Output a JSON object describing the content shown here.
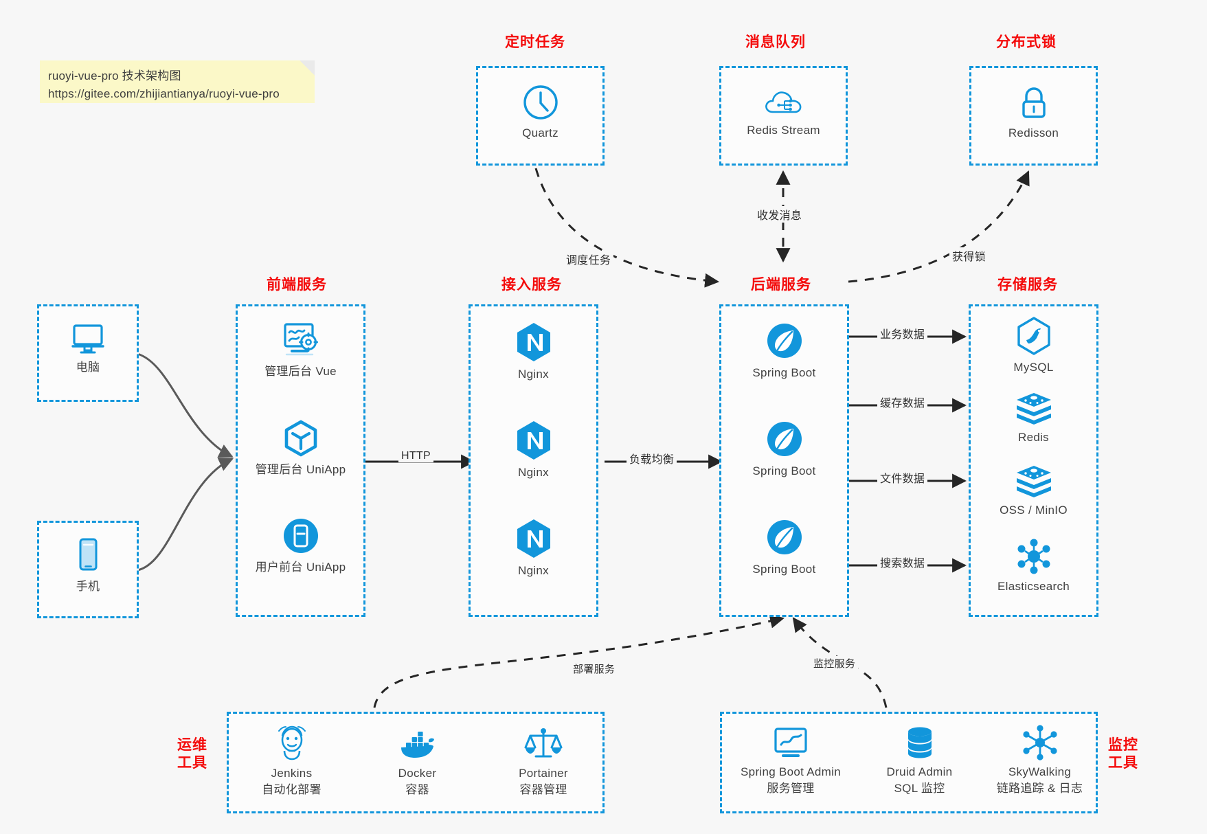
{
  "note": {
    "line1": "ruoyi-vue-pro 技术架构图",
    "line2": "https://gitee.com/zhijiantianya/ruoyi-vue-pro"
  },
  "groups": {
    "scheduled": {
      "title": "定时任务",
      "items": [
        {
          "label": "Quartz",
          "icon": "clock-icon"
        }
      ]
    },
    "mq": {
      "title": "消息队列",
      "items": [
        {
          "label": "Redis Stream",
          "icon": "cloud-stream-icon"
        }
      ]
    },
    "lock": {
      "title": "分布式锁",
      "items": [
        {
          "label": "Redisson",
          "icon": "padlock-icon"
        }
      ]
    },
    "pc": {
      "title": "",
      "items": [
        {
          "label": "电脑",
          "icon": "desktop-icon"
        }
      ]
    },
    "mobile": {
      "title": "",
      "items": [
        {
          "label": "手机",
          "icon": "smartphone-icon"
        }
      ]
    },
    "frontend": {
      "title": "前端服务",
      "items": [
        {
          "label": "管理后台 Vue",
          "icon": "dashboard-gear-icon"
        },
        {
          "label": "管理后台 UniApp",
          "icon": "cube-icon"
        },
        {
          "label": "用户前台 UniApp",
          "icon": "mobile-app-icon"
        }
      ]
    },
    "gateway": {
      "title": "接入服务",
      "items": [
        {
          "label": "Nginx",
          "icon": "nginx-icon"
        },
        {
          "label": "Nginx",
          "icon": "nginx-icon"
        },
        {
          "label": "Nginx",
          "icon": "nginx-icon"
        }
      ]
    },
    "backend": {
      "title": "后端服务",
      "items": [
        {
          "label": "Spring Boot",
          "icon": "spring-boot-icon"
        },
        {
          "label": "Spring Boot",
          "icon": "spring-boot-icon"
        },
        {
          "label": "Spring Boot",
          "icon": "spring-boot-icon"
        }
      ]
    },
    "storage": {
      "title": "存储服务",
      "items": [
        {
          "label": "MySQL",
          "icon": "mysql-icon"
        },
        {
          "label": "Redis",
          "icon": "redis-icon"
        },
        {
          "label": "OSS / MinIO",
          "icon": "oss-minio-icon"
        },
        {
          "label": "Elasticsearch",
          "icon": "elasticsearch-icon"
        }
      ]
    },
    "devops": {
      "title": "运维\n工具",
      "title_l1": "运维",
      "title_l2": "工具",
      "items": [
        {
          "label": "Jenkins",
          "sub": "自动化部署",
          "icon": "jenkins-icon"
        },
        {
          "label": "Docker",
          "sub": "容器",
          "icon": "docker-icon"
        },
        {
          "label": "Portainer",
          "sub": "容器管理",
          "icon": "portainer-icon"
        }
      ]
    },
    "monitor": {
      "title": "监控\n工具",
      "title_l1": "监控",
      "title_l2": "工具",
      "items": [
        {
          "label": "Spring Boot Admin",
          "sub": "服务管理",
          "icon": "boot-admin-icon"
        },
        {
          "label": "Druid Admin",
          "sub": "SQL 监控",
          "icon": "druid-icon"
        },
        {
          "label": "SkyWalking",
          "sub": "链路追踪 & 日志",
          "icon": "skywalking-icon"
        }
      ]
    }
  },
  "edges": {
    "schedule_task": "调度任务",
    "send_receive": "收发消息",
    "acquire_lock": "获得锁",
    "http": "HTTP",
    "load_balance": "负载均衡",
    "business_data": "业务数据",
    "cache_data": "缓存数据",
    "file_data": "文件数据",
    "search_data": "搜索数据",
    "deploy_service": "部署服务",
    "monitor_service": "监控服务"
  },
  "colors": {
    "accent": "#1296db",
    "title": "#f40b0b",
    "note_bg": "#fbf8c8",
    "arrow": "#262626",
    "soft_arrow": "#5a5a5a",
    "canvas": "#f7f7f7"
  }
}
